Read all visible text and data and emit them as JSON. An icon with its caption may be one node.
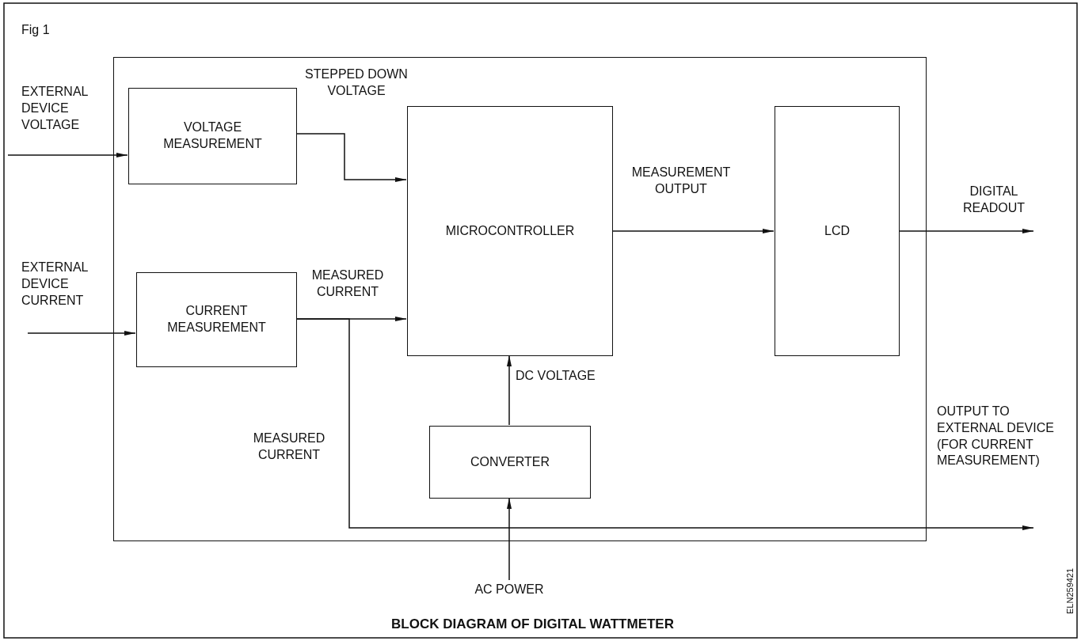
{
  "diagram": {
    "caption": "BLOCK DIAGRAM OF DIGITAL WATTMETER",
    "nodes": [
      {
        "text": [],
        "shape": "box"
      },
      {
        "text": [
          "VOLTAGE MEASUREMENT"
        ],
        "in": 0
      },
      {
        "text": [
          "CURRENT MEASUREMENT"
        ],
        "in": 0
      },
      {
        "text": [
          "MICROCONTROLLER"
        ],
        "in": 0
      },
      {
        "text": [
          "LCD"
        ],
        "in": 0
      },
      {
        "text": [
          "CONVERTER"
        ],
        "in": 0
      },
      {
        "text": [
          "AC POWER"
        ]
      }
    ],
    "edges": [
      {
        "from": null,
        "to": 1,
        "arrow": "to",
        "label": "EXTERNAL DEVICE VOLTAGE"
      },
      {
        "from": null,
        "to": 2,
        "arrow": "to",
        "label": "EXTERNAL DEVICE CURRENT"
      },
      {
        "from": 1,
        "to": 3,
        "arrow": "to",
        "label": "STEPPED DOWN VOLTAGE"
      },
      {
        "from": 2,
        "to": 3,
        "arrow": "to",
        "label": "MEASURED CURRENT"
      },
      {
        "from": 3,
        "to": 4,
        "arrow": "to",
        "label": "MEASUREMENT OUTPUT"
      },
      {
        "from": 4,
        "to": null,
        "arrow": "to",
        "label": "DIGITAL READOUT"
      },
      {
        "from": 5,
        "to": 3,
        "arrow": "to",
        "label": "DC VOLTAGE"
      },
      {
        "from": 6,
        "to": 5,
        "arrow": "to"
      },
      {
        "from": 2,
        "to": null,
        "arrow": "to",
        "label": "MEASURED CURRENT"
      }
    ],
    "labels": [
      "Fig 1",
      "OUTPUT TO EXTERNAL DEVICE (FOR CURRENT MEASUREMENT)",
      "ELN259421"
    ]
  }
}
